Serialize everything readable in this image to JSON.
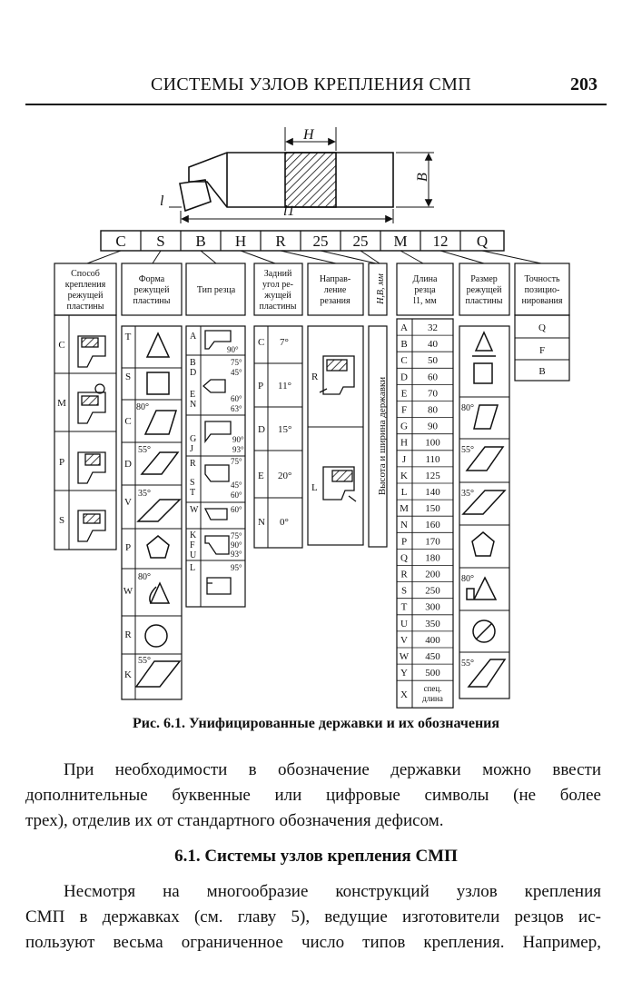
{
  "header": {
    "title": "СИСТЕМЫ УЗЛОВ КРЕПЛЕНИЯ СМП",
    "page_number": "203"
  },
  "figure": {
    "dims": {
      "H": "H",
      "B": "B",
      "l": "l",
      "l1": "l1"
    },
    "code": [
      "C",
      "S",
      "B",
      "H",
      "R",
      "25",
      "25",
      "M",
      "12",
      "Q"
    ],
    "col_headers": {
      "c1": [
        "Способ",
        "крепления",
        "режущей",
        "пластины"
      ],
      "c2": [
        "Форма",
        "режущей",
        "пластины"
      ],
      "c3": [
        "Тип резца"
      ],
      "c4": [
        "Задний",
        "угол ре-",
        "жущей",
        "пластины"
      ],
      "c5": [
        "Направ-",
        "ление",
        "резания"
      ],
      "c6": "H,B, мм",
      "c7": [
        "Длина",
        "резца",
        "l1, мм"
      ],
      "c8": [
        "Размер",
        "режущей",
        "пластины"
      ],
      "c9": [
        "Точность",
        "позицио-",
        "нирования"
      ]
    },
    "clamping": [
      "C",
      "M",
      "P",
      "S"
    ],
    "shapes": [
      {
        "code": "T",
        "angle": ""
      },
      {
        "code": "S",
        "angle": ""
      },
      {
        "code": "C",
        "angle": "80°"
      },
      {
        "code": "D",
        "angle": "55°"
      },
      {
        "code": "V",
        "angle": "35°"
      },
      {
        "code": "P",
        "angle": ""
      },
      {
        "code": "W",
        "angle": "80°"
      },
      {
        "code": "R",
        "angle": ""
      },
      {
        "code": "K",
        "angle": "55°"
      }
    ],
    "tool_types": [
      {
        "letters": [
          "A"
        ],
        "angles": [
          "90°"
        ]
      },
      {
        "letters": [
          "B",
          "D"
        ],
        "angles": [
          "75°",
          "45°"
        ]
      },
      {
        "letters": [
          "E",
          "N"
        ],
        "angles": [
          "60°",
          "63°"
        ]
      },
      {
        "letters": [
          "G",
          "J"
        ],
        "angles": [
          "90°",
          "93°"
        ]
      },
      {
        "letters": [
          "R"
        ],
        "angles": [
          "75°"
        ]
      },
      {
        "letters": [
          "S",
          "T"
        ],
        "angles": [
          "45°",
          "60°"
        ]
      },
      {
        "letters": [
          "W"
        ],
        "angles": [
          "60°"
        ]
      },
      {
        "letters": [
          "K",
          "F",
          "U"
        ],
        "angles": [
          "75°",
          "90°",
          "93°"
        ]
      },
      {
        "letters": [
          "L"
        ],
        "angles": [
          "95°"
        ]
      }
    ],
    "clearance": [
      {
        "code": "C",
        "angle": "7°"
      },
      {
        "code": "P",
        "angle": "11°"
      },
      {
        "code": "D",
        "angle": "15°"
      },
      {
        "code": "E",
        "angle": "20°"
      },
      {
        "code": "N",
        "angle": "0°"
      }
    ],
    "direction": [
      "R",
      "L"
    ],
    "hb_vertical": "Высота и ширина державки",
    "lengths": [
      [
        "A",
        "32"
      ],
      [
        "B",
        "40"
      ],
      [
        "C",
        "50"
      ],
      [
        "D",
        "60"
      ],
      [
        "E",
        "70"
      ],
      [
        "F",
        "80"
      ],
      [
        "G",
        "90"
      ],
      [
        "H",
        "100"
      ],
      [
        "J",
        "110"
      ],
      [
        "K",
        "125"
      ],
      [
        "L",
        "140"
      ],
      [
        "M",
        "150"
      ],
      [
        "N",
        "160"
      ],
      [
        "P",
        "170"
      ],
      [
        "Q",
        "180"
      ],
      [
        "R",
        "200"
      ],
      [
        "S",
        "250"
      ],
      [
        "T",
        "300"
      ],
      [
        "U",
        "350"
      ],
      [
        "V",
        "400"
      ],
      [
        "W",
        "450"
      ],
      [
        "Y",
        "500"
      ],
      [
        "X",
        "спец. длина"
      ]
    ],
    "size_angles": [
      "80°",
      "55°",
      "35°",
      "80°",
      "55°"
    ],
    "accuracy": [
      "Q",
      "F",
      "B"
    ]
  },
  "caption": "Рис. 6.1. Унифицированные державки и их обозначения",
  "paragraph1": [
    "При необходимости в обозначение державки можно ввести",
    "дополнительные буквенные или цифровые символы (не более",
    "трех), отделив их от стандартного обозначения дефисом."
  ],
  "section_title": "6.1. Системы узлов крепления СМП",
  "paragraph2": [
    "Несмотря на многообразие конструкций узлов крепления",
    "СМП в державках (см. главу 5), ведущие изготовители резцов ис-",
    "пользуют весьма ограниченное число типов крепления. Например,"
  ]
}
